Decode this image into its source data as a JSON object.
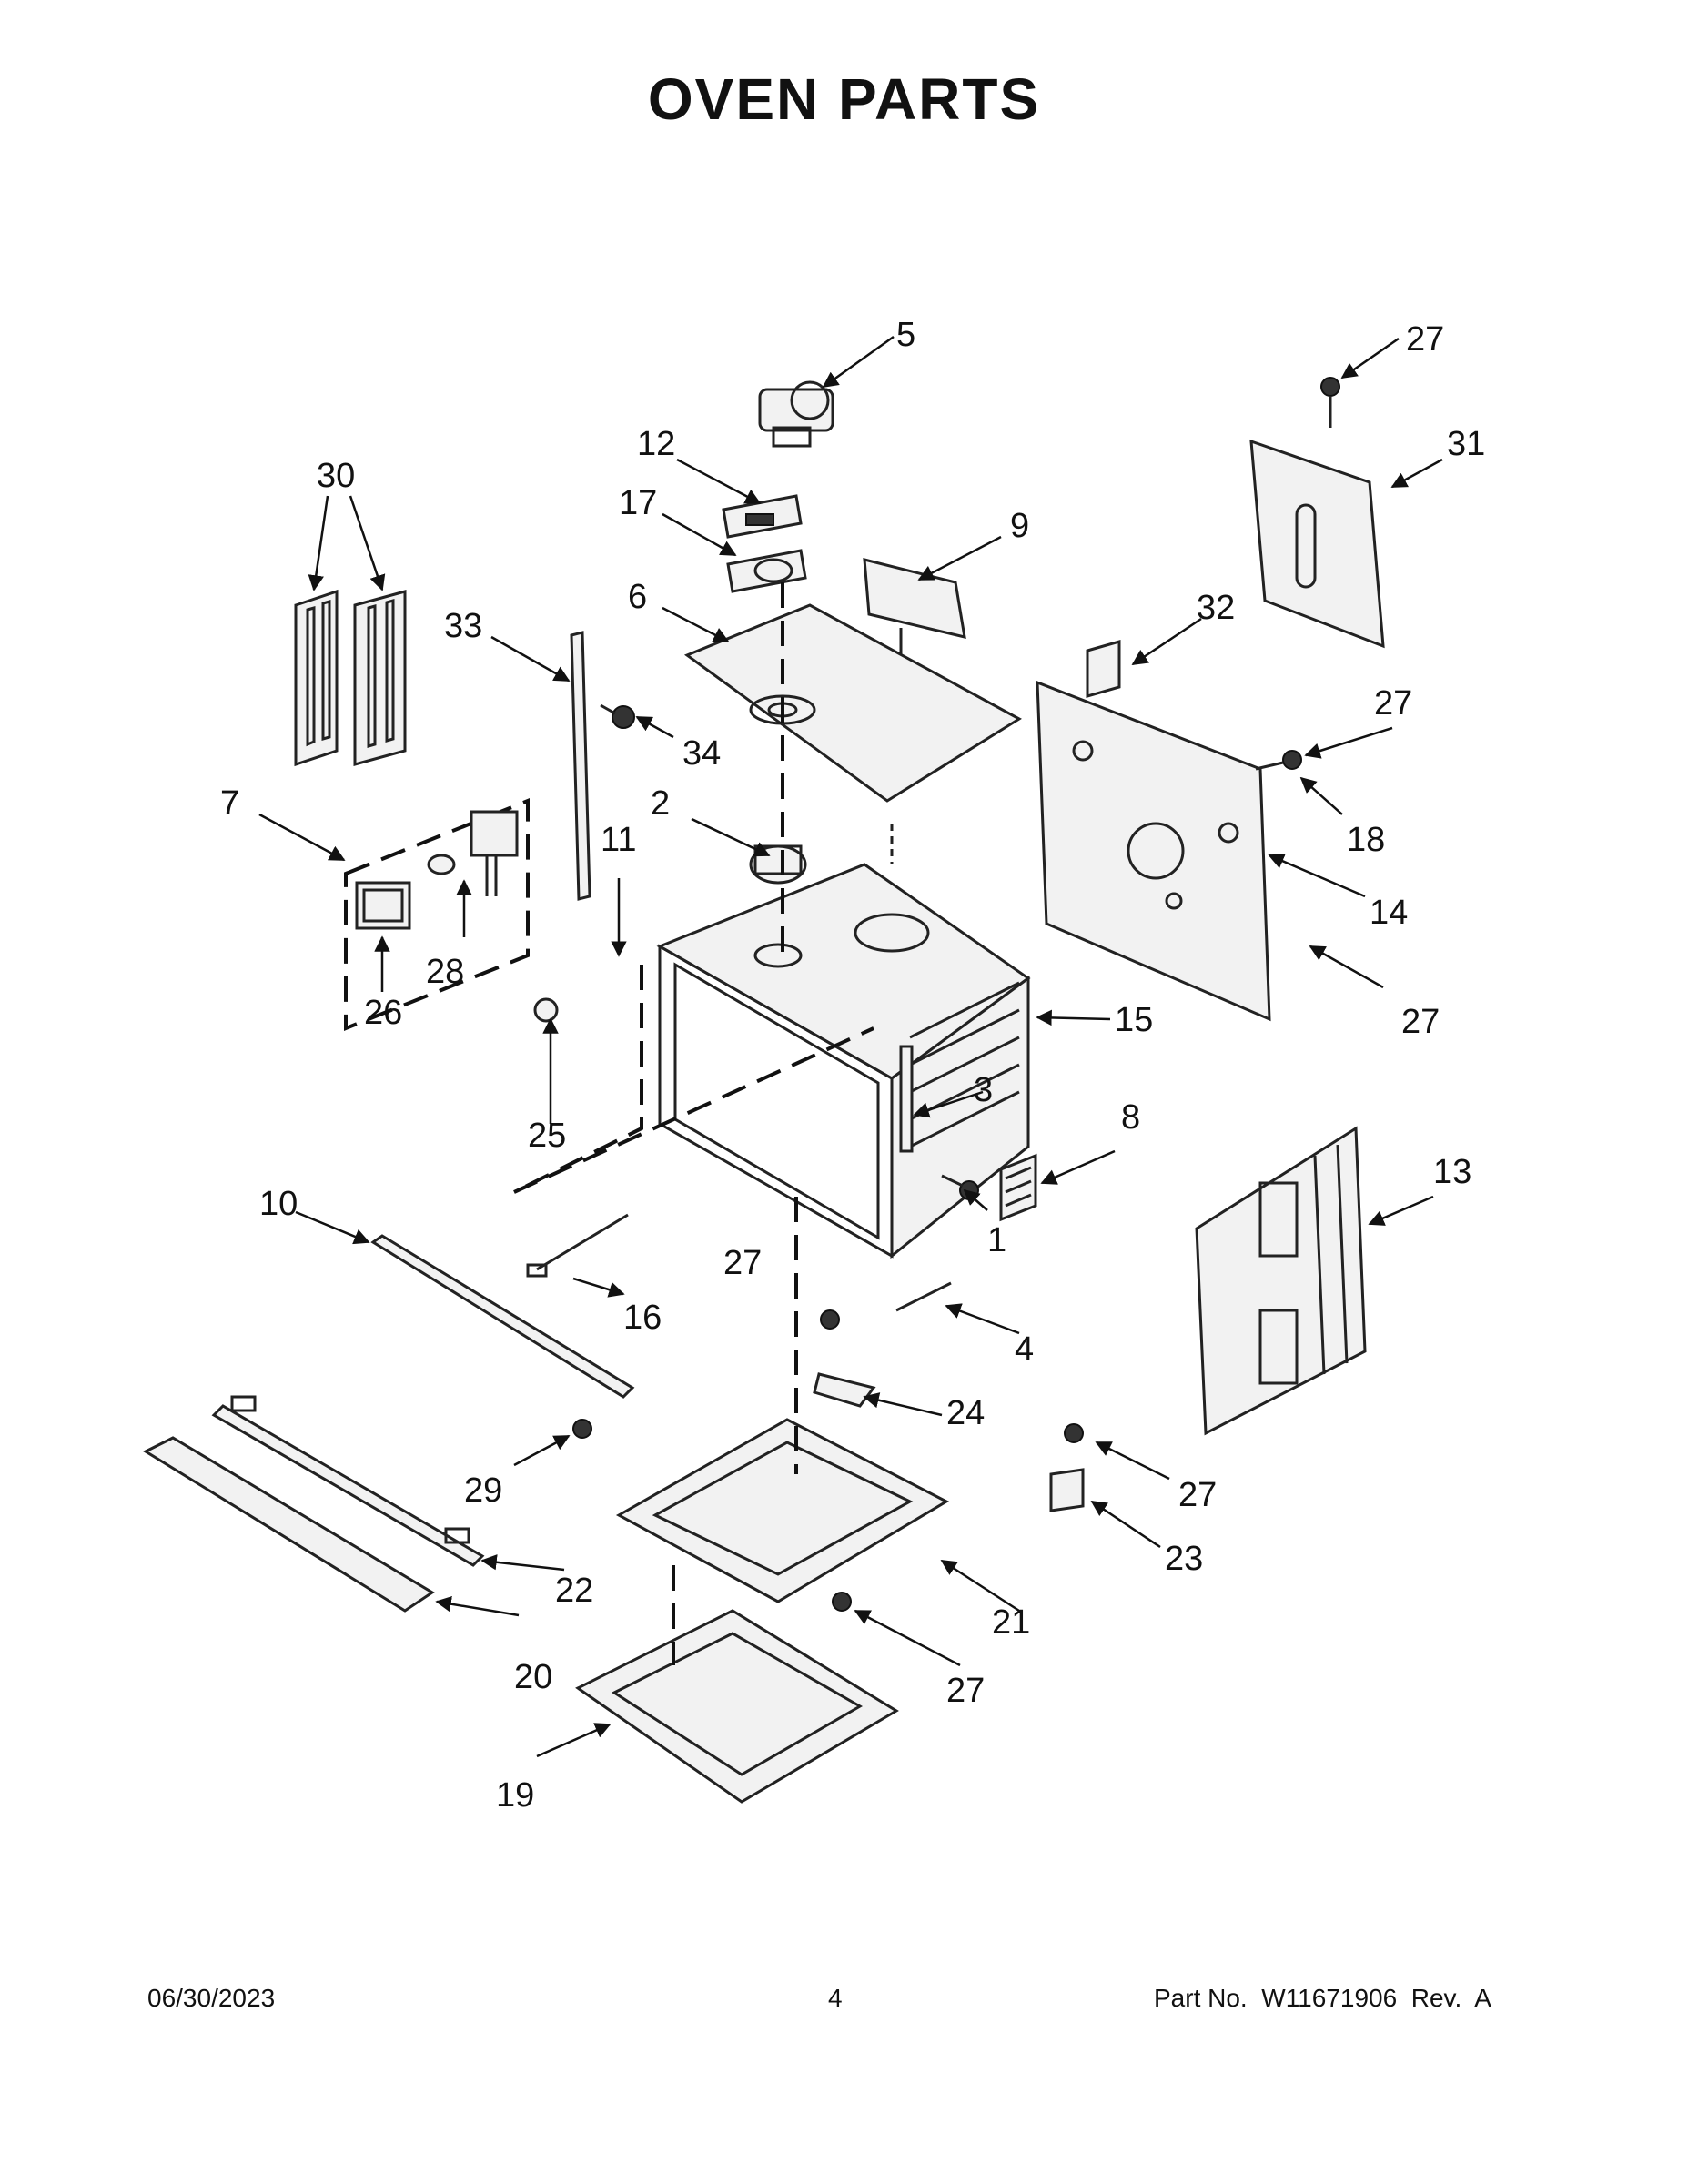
{
  "title": "OVEN PARTS",
  "footer": {
    "date": "06/30/2023",
    "page": "4",
    "part": "Part No.  W11671906  Rev.  A"
  },
  "callouts": {
    "c1": "1",
    "c2": "2",
    "c3": "3",
    "c4": "4",
    "c5": "5",
    "c6": "6",
    "c7": "7",
    "c8": "8",
    "c9": "9",
    "c10": "10",
    "c11": "11",
    "c12": "12",
    "c13": "13",
    "c14": "14",
    "c15": "15",
    "c16": "16",
    "c17": "17",
    "c18": "18",
    "c19": "19",
    "c20": "20",
    "c21": "21",
    "c22": "22",
    "c23": "23",
    "c24": "24",
    "c25": "25",
    "c26": "26",
    "c27": "27",
    "c28": "28",
    "c29": "29",
    "c30": "30",
    "c31": "31",
    "c32": "32",
    "c33": "33",
    "c34": "34"
  }
}
